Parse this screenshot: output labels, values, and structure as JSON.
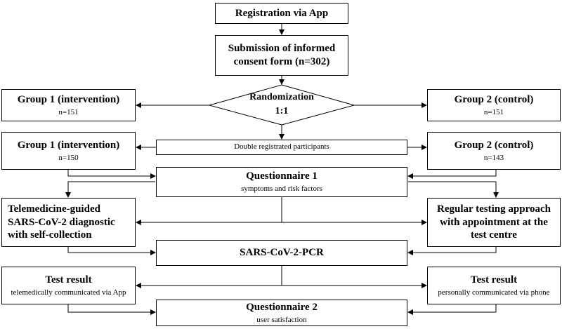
{
  "registration": "Registration via App",
  "consent": "Submission of informed consent form (n=302)",
  "randomization": {
    "line1": "Randomization",
    "line2": "1:1"
  },
  "group1_a": {
    "title": "Group 1 (intervention)",
    "n": "n=151"
  },
  "group2_a": {
    "title": "Group 2 (control)",
    "n": "n=151"
  },
  "double_registered": "Double registrated participants",
  "group1_b": {
    "title": "Group 1 (intervention)",
    "n": "n=150"
  },
  "group2_b": {
    "title": "Group 2 (control)",
    "n": "n=143"
  },
  "questionnaire1": {
    "title": "Questionnaire 1",
    "sub": "symptoms and risk factors"
  },
  "telemedicine": "Telemedicine-guided SARS-CoV-2 diagnostic with self-collection",
  "regular": "Regular testing approach with appointment at the test centre",
  "pcr": "SARS-CoV-2-PCR",
  "result_left": {
    "title": "Test result",
    "sub": "telemedically communicated via App"
  },
  "result_right": {
    "title": "Test result",
    "sub": "personally communicated via phone"
  },
  "questionnaire2": {
    "title": "Questionnaire 2",
    "sub": "user satisfaction"
  }
}
